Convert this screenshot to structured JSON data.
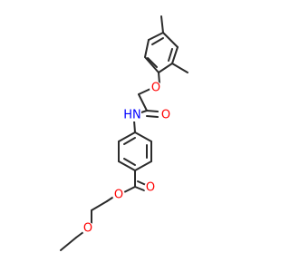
{
  "molecule": {
    "atoms": [
      {
        "id": "o_ether",
        "label": "O",
        "color": "#ff0000"
      },
      {
        "id": "n_amide",
        "label": "HN",
        "color": "#0000ff"
      },
      {
        "id": "o_amide",
        "label": "O",
        "color": "#ff0000"
      },
      {
        "id": "o_ester_single",
        "label": "O",
        "color": "#ff0000"
      },
      {
        "id": "o_ester_double",
        "label": "O",
        "color": "#ff0000"
      },
      {
        "id": "o_ethoxy",
        "label": "O",
        "color": "#ff0000"
      }
    ],
    "bond_color": "#2b2b2b",
    "background": "#ffffff"
  }
}
